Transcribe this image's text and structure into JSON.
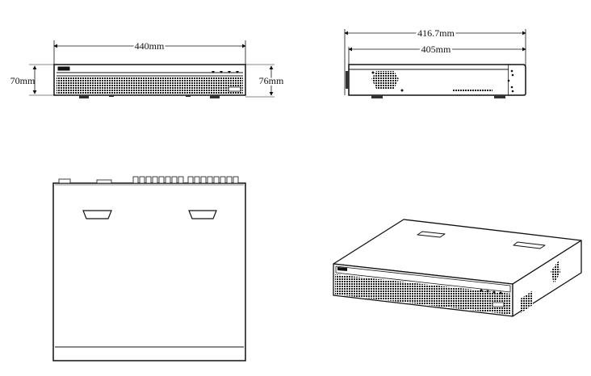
{
  "front_view": {
    "width_label": "440mm",
    "left_height_label": "70mm",
    "right_height_label": "76mm"
  },
  "side_view": {
    "overall_depth_label": "416.7mm",
    "body_depth_label": "405mm"
  },
  "colors": {
    "line": "#111111",
    "background": "#ffffff"
  }
}
